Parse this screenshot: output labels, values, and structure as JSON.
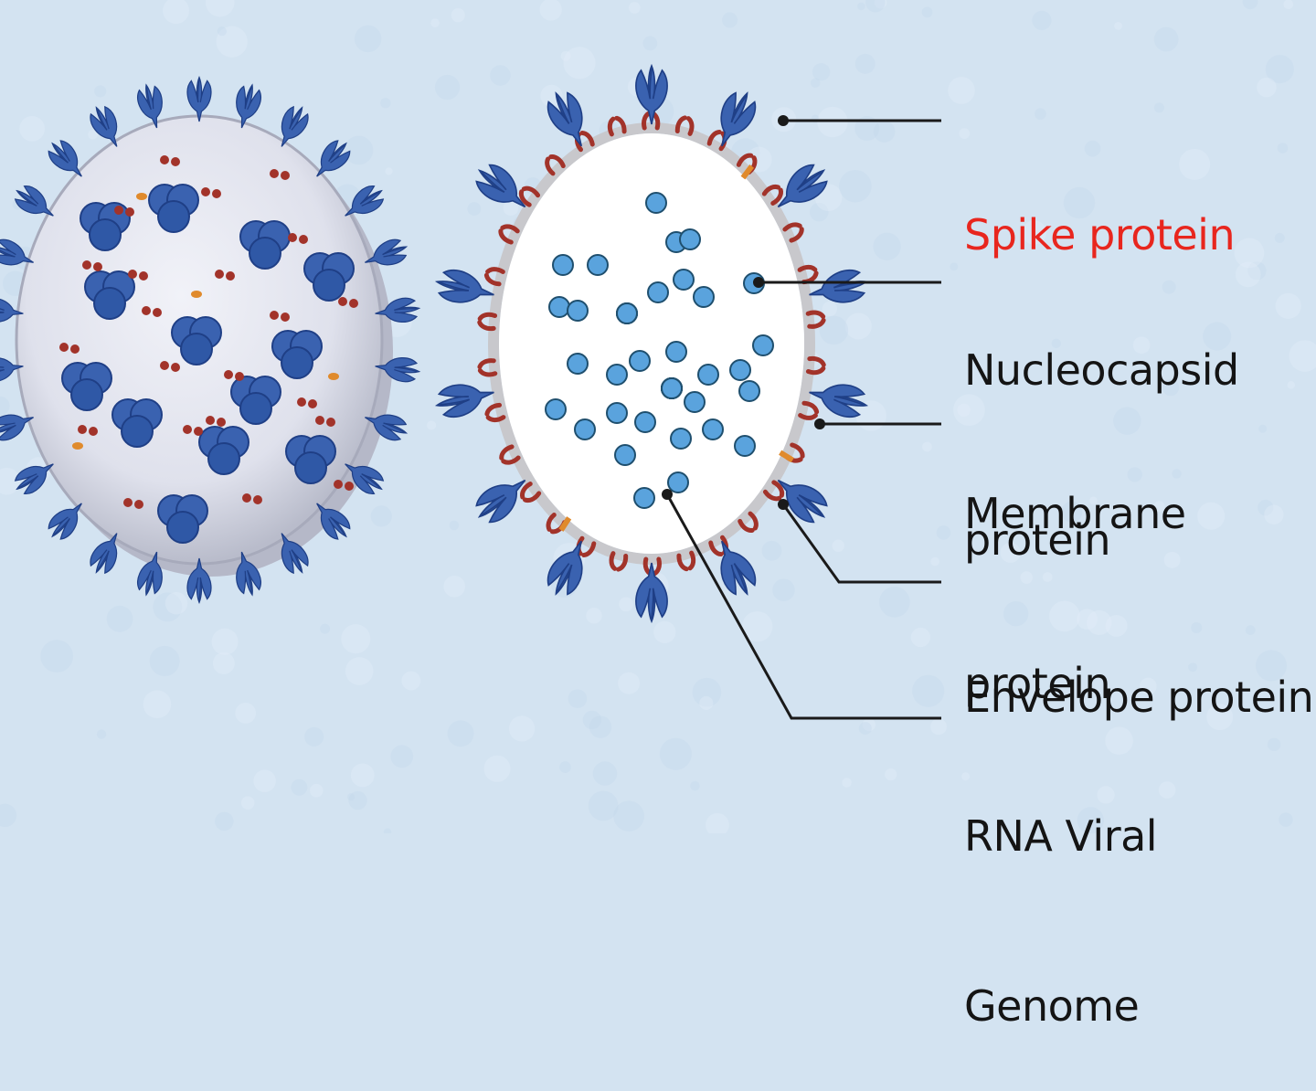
{
  "colors": {
    "background": "#d3e3f1",
    "spike": "#3a62b0",
    "spike_dark": "#1f3f86",
    "membrane_protein": "#a2332a",
    "envelope_protein": "#e08a2c",
    "nucleocapsid": "#5aa3dd",
    "rna_strand": "#1f4f6e",
    "envelope": "#c8c8cc",
    "leader": "#1a1a1a",
    "highlight_label": "#e8261e"
  },
  "labels": {
    "spike": {
      "lines": [
        "Spike protein"
      ],
      "color": "#e8261e",
      "icon": "spike-protein"
    },
    "nucleocapsid": {
      "lines": [
        "Nucleocapsid",
        "protein"
      ],
      "color": "#141414"
    },
    "membrane": {
      "lines": [
        "Membrane",
        "protein"
      ],
      "color": "#141414"
    },
    "envelope": {
      "lines": [
        "Envelope protein"
      ],
      "color": "#141414"
    },
    "rna": {
      "lines": [
        "RNA Viral",
        "Genome"
      ],
      "color": "#141414"
    }
  }
}
